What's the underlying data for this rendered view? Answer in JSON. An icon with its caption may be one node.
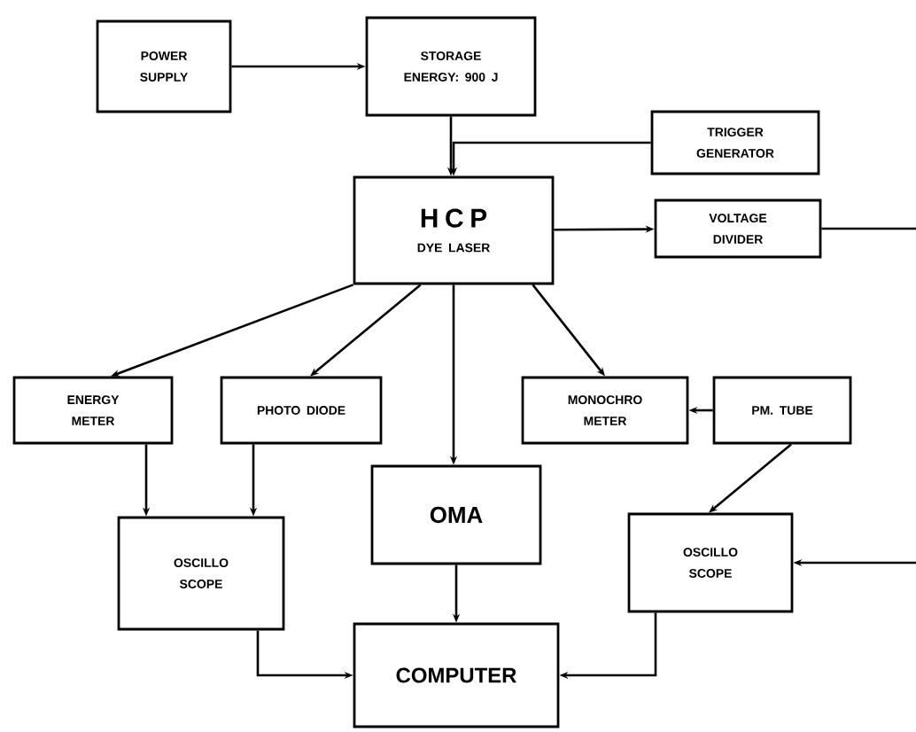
{
  "diagram": {
    "nodes": [
      {
        "text": [
          "POWER SUPPLY"
        ]
      },
      {
        "text": [
          "STORAGE ENERGY: 900 J"
        ]
      },
      {
        "text": [
          "TRIGGER GENERATOR"
        ]
      },
      {
        "text": [
          "H C P",
          "DYE LASER"
        ]
      },
      {
        "text": [
          "VOLTAGE DIVIDER"
        ]
      },
      {
        "text": [
          "ENERGY METER"
        ]
      },
      {
        "text": [
          "PHOTO DIODE"
        ]
      },
      {
        "text": [
          "OMA"
        ]
      },
      {
        "text": [
          "MONOCHRO METER"
        ]
      },
      {
        "text": [
          "PM. TUBE"
        ]
      },
      {
        "text": [
          "OSCILLO SCOPE"
        ]
      },
      {
        "text": [
          "OSCILLO SCOPE"
        ]
      },
      {
        "text": [
          "COMPUTER"
        ]
      }
    ],
    "edges": [
      {
        "from": 0,
        "to": 1,
        "arrow": "to"
      },
      {
        "from": 1,
        "to": 3,
        "arrow": "to"
      },
      {
        "from": 2,
        "to": 3,
        "arrow": "to"
      },
      {
        "from": 3,
        "to": 4,
        "arrow": "to"
      },
      {
        "from": 3,
        "to": 5,
        "arrow": "to"
      },
      {
        "from": 3,
        "to": 6,
        "arrow": "to"
      },
      {
        "from": 3,
        "to": 7,
        "arrow": "to"
      },
      {
        "from": 3,
        "to": 8,
        "arrow": "to"
      },
      {
        "from": 9,
        "to": 8,
        "arrow": "to"
      },
      {
        "from": 5,
        "to": 10,
        "arrow": "to"
      },
      {
        "from": 6,
        "to": 10,
        "arrow": "to"
      },
      {
        "from": 9,
        "to": 11,
        "arrow": "to"
      },
      {
        "from": 7,
        "to": 12,
        "arrow": "to"
      },
      {
        "from": 10,
        "to": 12,
        "arrow": "to"
      },
      {
        "from": 11,
        "to": 12,
        "arrow": "to"
      },
      {
        "from": 4,
        "to": 11,
        "arrow": "to"
      }
    ]
  }
}
